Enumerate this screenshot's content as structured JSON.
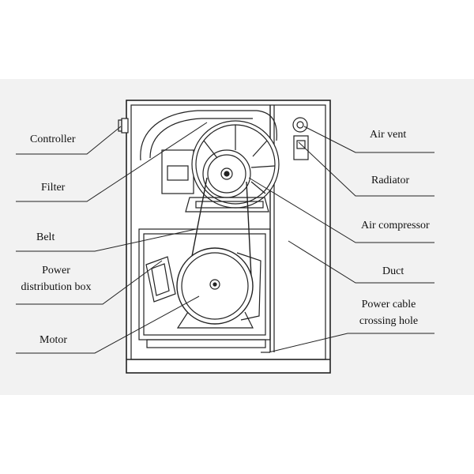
{
  "labels": {
    "controller": "Controller",
    "filter": "Filter",
    "belt": "Belt",
    "power_distribution_box_line1": "Power",
    "power_distribution_box_line2": "distribution box",
    "motor": "Motor",
    "air_vent": "Air vent",
    "radiator": "Radiator",
    "air_compressor": "Air compressor",
    "duct": "Duct",
    "power_cable_line1": "Power cable",
    "power_cable_line2": "crossing hole"
  }
}
